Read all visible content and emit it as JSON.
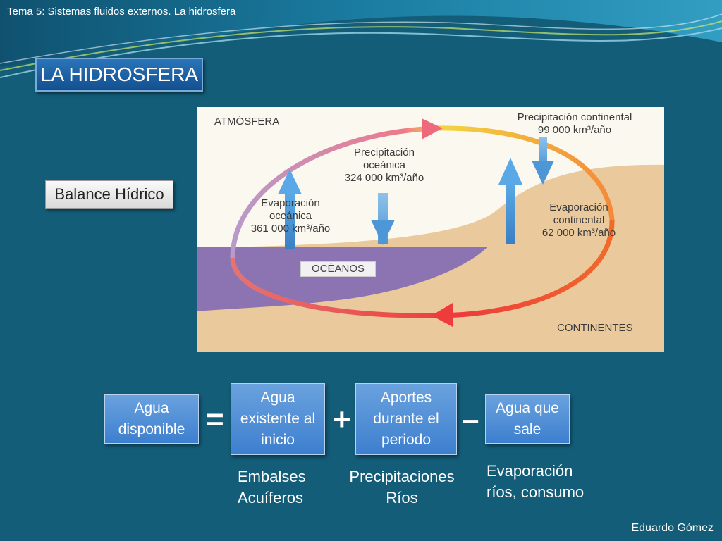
{
  "header": {
    "subject": "Tema 5: Sistemas fluidos externos. La hidrosfera"
  },
  "title": "LA HIDROSFERA",
  "balance_label": "Balance Hídrico",
  "diagram": {
    "atmosfera": "ATMÓSFERA",
    "precip_continental": {
      "label": "Precipitación continental",
      "value": "99 000 km³/año"
    },
    "precip_oceanica": {
      "label_1": "Precipitación",
      "label_2": "oceánica",
      "value": "324 000 km³/año"
    },
    "evap_oceanica": {
      "label_1": "Evaporación",
      "label_2": "oceánica",
      "value": "361 000 km³/año"
    },
    "evap_continental": {
      "label_1": "Evaporación",
      "label_2": "continental",
      "value": "62 000 km³/año"
    },
    "oceanos": "OCÉANOS",
    "continentes": "CONTINENTES"
  },
  "equation": {
    "box_1": "Agua disponible",
    "op_1": "=",
    "box_2": "Agua existente al inicio",
    "op_2": "+",
    "box_3": "Aportes durante el periodo",
    "op_3": "–",
    "box_4": "Agua que sale",
    "note_2": [
      "Embalses",
      "Acuíferos"
    ],
    "note_3": [
      "Precipitaciones",
      "Ríos"
    ],
    "note_4": [
      "Evaporación",
      "ríos, consumo"
    ]
  },
  "footer": {
    "author": "Eduardo Gómez"
  },
  "colors": {
    "background": "#135d79",
    "box_blue": "#4f8fd8",
    "title_blue": "#1f62a6"
  }
}
